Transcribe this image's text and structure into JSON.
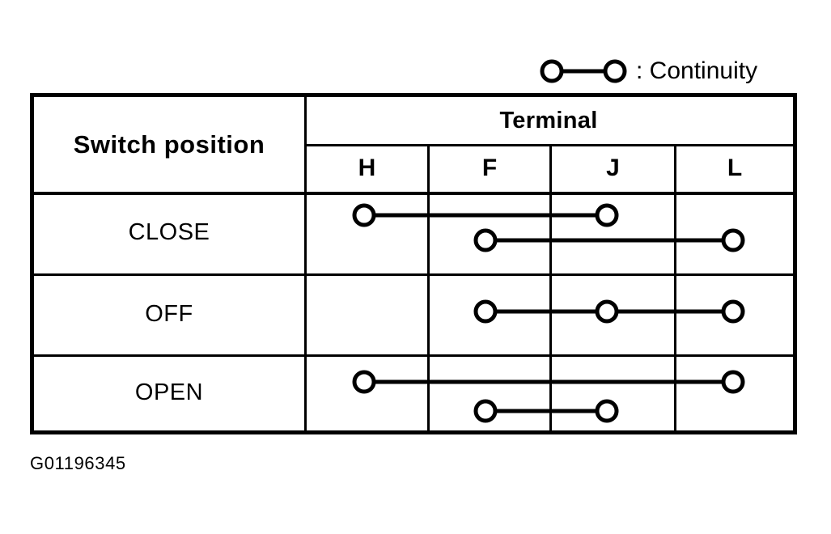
{
  "legend": {
    "symbol_name": "continuity-symbol",
    "text": ": Continuity"
  },
  "table": {
    "row_header_title": "Switch position",
    "terminal_group_title": "Terminal",
    "terminal_columns": [
      "H",
      "F",
      "J",
      "L"
    ],
    "rows": [
      {
        "label": "CLOSE",
        "connections": [
          {
            "from": "H",
            "to": "J",
            "lane": "upper"
          },
          {
            "from": "F",
            "to": "L",
            "lane": "lower"
          }
        ]
      },
      {
        "label": "OFF",
        "connections": [
          {
            "from": "F",
            "to": "L",
            "lane": "middle",
            "nodes": [
              "F",
              "J",
              "L"
            ]
          }
        ]
      },
      {
        "label": "OPEN",
        "connections": [
          {
            "from": "H",
            "to": "L",
            "lane": "upper"
          },
          {
            "from": "F",
            "to": "J",
            "lane": "lower"
          }
        ]
      }
    ]
  },
  "caption": "G01196345",
  "colors": {
    "ink": "#000000",
    "paper": "#ffffff"
  }
}
